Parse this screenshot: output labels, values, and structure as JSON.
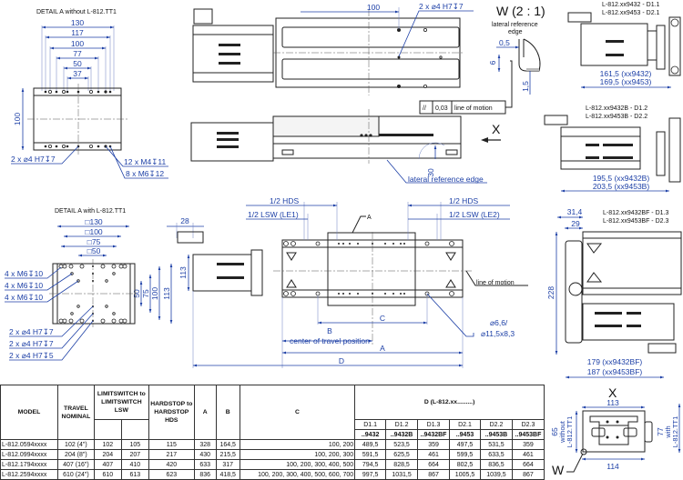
{
  "detail_without": {
    "title": "DETAIL A  without L-812.TT1",
    "dims": [
      "130",
      "117",
      "100",
      "77",
      "50",
      "37"
    ],
    "height": "100",
    "callouts": [
      "2 x ⌀4 H7↧7",
      "12 x M4↧11",
      "8 x M6↧12"
    ]
  },
  "top_view": {
    "dim": "100",
    "callout": "2 x ⌀4 H7↧7"
  },
  "side_view": {
    "dim": "30",
    "lateral_edge": "lateral reference edge",
    "view_x": "X"
  },
  "detail_w": {
    "title": "W (2 : 1)",
    "lateral_edge_1": "lateral reference",
    "lateral_edge_2": "edge",
    "dims": [
      "0,5",
      "6",
      "1,5"
    ],
    "tolerance": {
      "symbol": "//",
      "value": "0,03",
      "ref": "line of motion"
    }
  },
  "variant_d1": {
    "label1": "L-812.xx9432 - D1.1",
    "label2": "L-812.xx9453 - D2.1",
    "dim1": "161,5 (xx9432)",
    "dim2": "169,5 (xx9453)"
  },
  "variant_d2": {
    "label1": "L-812.xx9432B - D1.2",
    "label2": "L-812.xx9453B - D2.2",
    "dim1": "195,5 (xx9432B)",
    "dim2": "203,5 (xx9453B)"
  },
  "variant_d3": {
    "label1": "L-812.xx9432BF - D1.3",
    "label2": "L-812.xx9453BF - D2.3",
    "dim_a": "31,4",
    "dim_b": "29",
    "height": "228",
    "dim1": "179 (xx9432BF)",
    "dim2": "187 (xx9453BF)"
  },
  "detail_with": {
    "title": "DETAIL A  with L-812.TT1",
    "dims": [
      "□130",
      "□100",
      "□75",
      "□50"
    ],
    "vdims": [
      "50",
      "75",
      "100",
      "113"
    ],
    "callouts": [
      "4 x M6↧10",
      "4 x M6↧10",
      "4 x M6↧10",
      "2 x ⌀4 H7↧7",
      "2 x ⌀4 H7↧7",
      "2 x ⌀4 H7↧5"
    ]
  },
  "main_view": {
    "dim_28": "28",
    "dim_113": "113",
    "hds_left": "1/2 HDS",
    "lsw_left": "1/2 LSW (LE1)",
    "hds_right": "1/2 HDS",
    "lsw_right": "1/2 LSW (LE2)",
    "detail_ref": "A",
    "line_of_motion": "line of motion",
    "dim_c": "C",
    "dim_b": "B",
    "center_travel": "center of travel position",
    "dim_a": "A",
    "dim_d": "D",
    "hole1": "⌀6,6/",
    "hole2": "⌀11,5x8,3"
  },
  "view_x": {
    "title": "X",
    "width_top": "113",
    "width_bottom": "114",
    "h_without": "65",
    "without_1": "without",
    "without_2": "L-812.TT1",
    "h_with": "77",
    "with_1": "with",
    "with_2": "L-812.TT1",
    "w_ref": "W"
  },
  "table": {
    "headers": [
      "MODEL",
      "TRAVEL NOMINAL",
      "LIMITSWITCH to LIMITSWITCH LSW",
      "HARDSTOP to HARDSTOP HDS",
      "A",
      "B",
      "C",
      "D (L-812.xx.........)"
    ],
    "d_cols": [
      "D1.1",
      "D1.2",
      "D1.3",
      "D2.1",
      "D2.2",
      "D2.3"
    ],
    "d_variants": [
      "..9432",
      "..9432B",
      "..9432BF",
      "..9453",
      "..9453B",
      "..9453BF"
    ],
    "rows": [
      [
        "L-812.0594xxxx",
        "102 (4\")",
        "102",
        "105",
        "115",
        "328",
        "164,5",
        "100, 200",
        "489,5",
        "523,5",
        "359",
        "497,5",
        "531,5",
        "359"
      ],
      [
        "L-812.0994xxxx",
        "204 (8\")",
        "204",
        "207",
        "217",
        "430",
        "215,5",
        "100, 200, 300",
        "591,5",
        "625,5",
        "461",
        "599,5",
        "633,5",
        "461"
      ],
      [
        "L-812.1794xxxx",
        "407 (16\")",
        "407",
        "410",
        "420",
        "633",
        "317",
        "100, 200, 300, 400, 500",
        "794,5",
        "828,5",
        "664",
        "802,5",
        "836,5",
        "664"
      ],
      [
        "L-812.2594xxxx",
        "610 (24\")",
        "610",
        "613",
        "623",
        "836",
        "418,5",
        "100, 200, 300, 400, 500, 600, 700",
        "997,5",
        "1031,5",
        "867",
        "1005,5",
        "1039,5",
        "867"
      ]
    ]
  },
  "colors": {
    "dimension": "#1c3fa6",
    "line": "#222222"
  }
}
